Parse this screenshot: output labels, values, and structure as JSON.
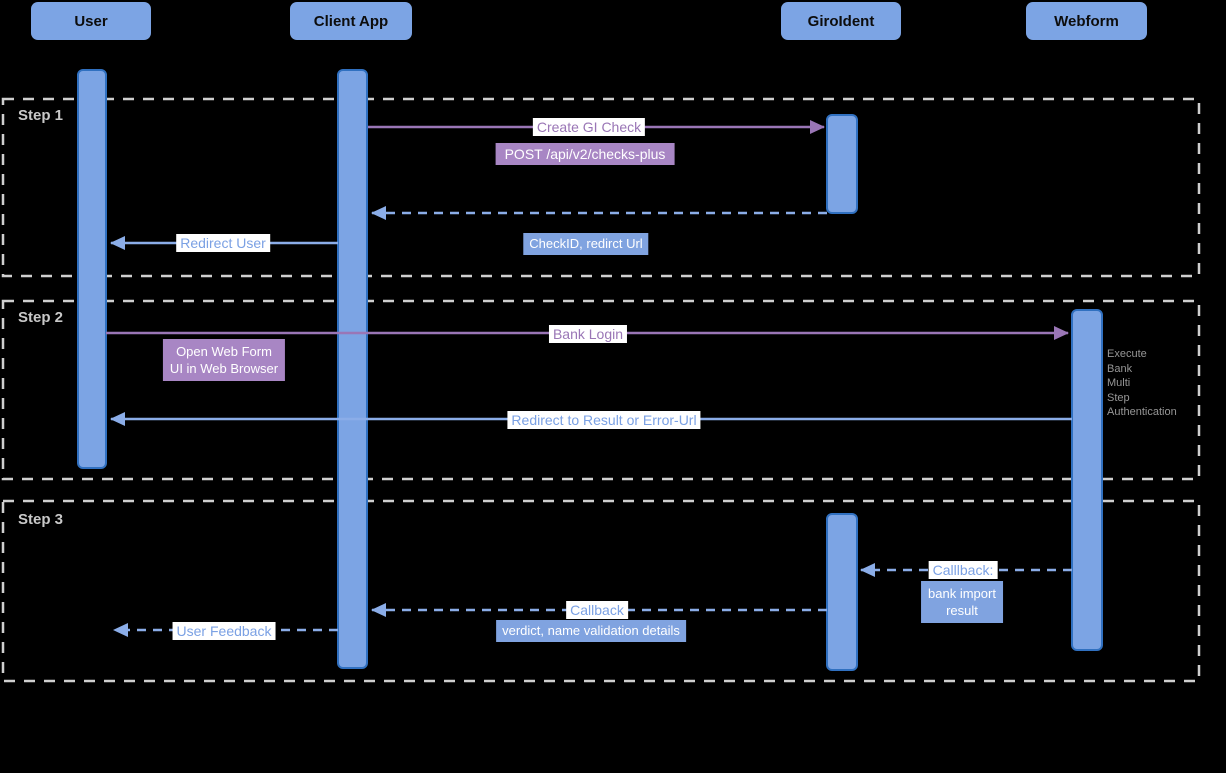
{
  "actors": [
    {
      "id": "user",
      "label": "User"
    },
    {
      "id": "client-app",
      "label": "Client App"
    },
    {
      "id": "giroident",
      "label": "GiroIdent"
    },
    {
      "id": "webform",
      "label": "Webform"
    }
  ],
  "steps": [
    {
      "label": "Step 1"
    },
    {
      "label": "Step 2"
    },
    {
      "label": "Step 3"
    }
  ],
  "messages": {
    "create_gi_check": "Create GI Check",
    "post_api": "POST /api/v2/checks-plus",
    "checkid_redirect_url": "CheckID, redirct Url",
    "redirect_user": "Redirect User",
    "bank_login": "Bank Login",
    "open_web_form": [
      "Open Web Form",
      "UI in Web Browser"
    ],
    "execute_bank_auth": [
      "Execute",
      "Bank",
      "Multi",
      "Step",
      "Authentication"
    ],
    "redirect_result": "Redirect to Result or Error-Url",
    "webform_callback": "Calllback:",
    "bank_import_result": [
      "bank import",
      "result"
    ],
    "giroident_callback": "Callback",
    "verdict_details": "verdict, name validation details",
    "user_feedback": "User Feedback"
  },
  "colors": {
    "background": "#000000",
    "actor_fill": "#7CA4E4",
    "bar_fill": "#7CA4E4",
    "bar_border": "#3070C0",
    "blue_arrow": "#8BADE8",
    "blue_label_bg": "#80A3E0",
    "blue_label_text": "#7BA1E4",
    "purple_arrow": "#9A76B6",
    "purple_label_bg": "#A886C4",
    "step_border": "#CFCFCF",
    "step_text": "#C8C8C8",
    "gray_note_text": "#969696"
  }
}
